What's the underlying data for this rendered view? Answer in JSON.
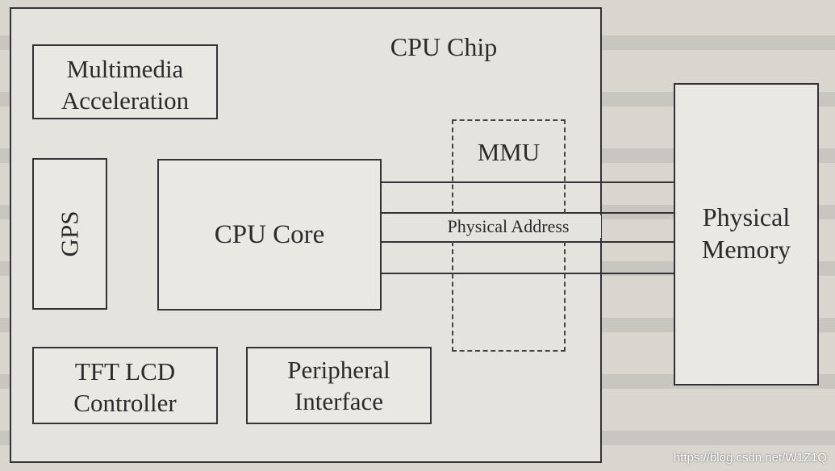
{
  "diagram": {
    "chip_title": "CPU Chip",
    "blocks": {
      "multimedia": [
        "Multimedia",
        "Acceleration"
      ],
      "gps": "GPS",
      "cpu_core": "CPU Core",
      "mmu": "MMU",
      "tft": [
        "TFT LCD",
        "Controller"
      ],
      "peripheral": [
        "Peripheral",
        "Interface"
      ],
      "physical_memory": [
        "Physical",
        "Memory"
      ]
    },
    "bus_label": "Physical Address"
  },
  "watermark": "https://blog.csdn.net/W1Z1Q"
}
